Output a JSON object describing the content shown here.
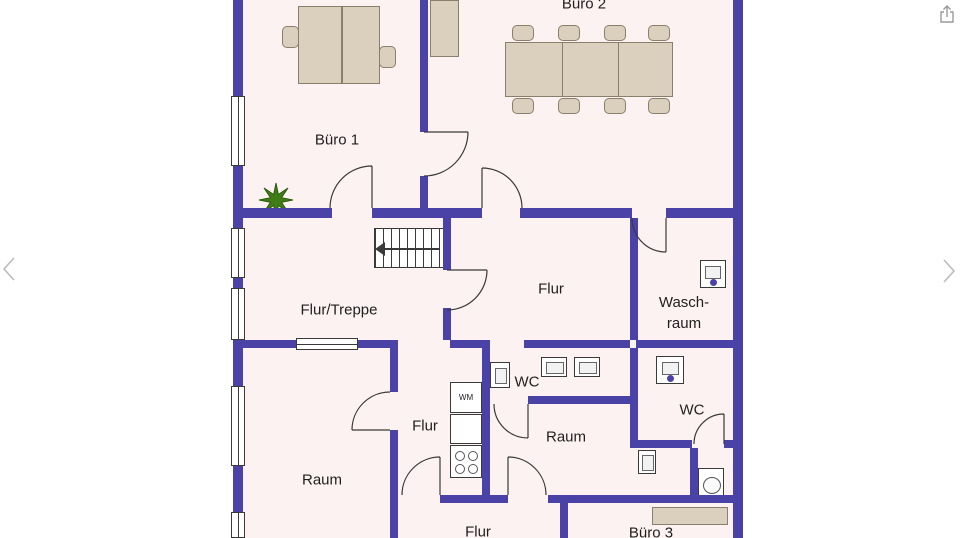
{
  "colors": {
    "wall": "#4b42a7",
    "room_fill": "#fdf2f2",
    "furniture": "#dbd0bd",
    "furniture_border": "#8a7f6b",
    "plant": "#3f7d17",
    "line": "#3a3a3a",
    "nav_arrow": "#bcbcbc",
    "corner_icon": "#9a9a9a"
  },
  "floorplan": {
    "rooms": {
      "buero1": "Büro 1",
      "buero2": "Büro 2",
      "buero3": "Büro 3",
      "flur_treppe": "Flur/Treppe",
      "flur_mitte": "Flur",
      "flur_unten": "Flur",
      "flur_sued": "Flur",
      "waschraum_line1": "Wasch-",
      "waschraum_line2": "raum",
      "wc_mitte": "WC",
      "wc_rechts": "WC",
      "raum_mitte": "Raum",
      "raum_links": "Raum"
    },
    "appliance": {
      "washing_machine": "WM"
    }
  }
}
